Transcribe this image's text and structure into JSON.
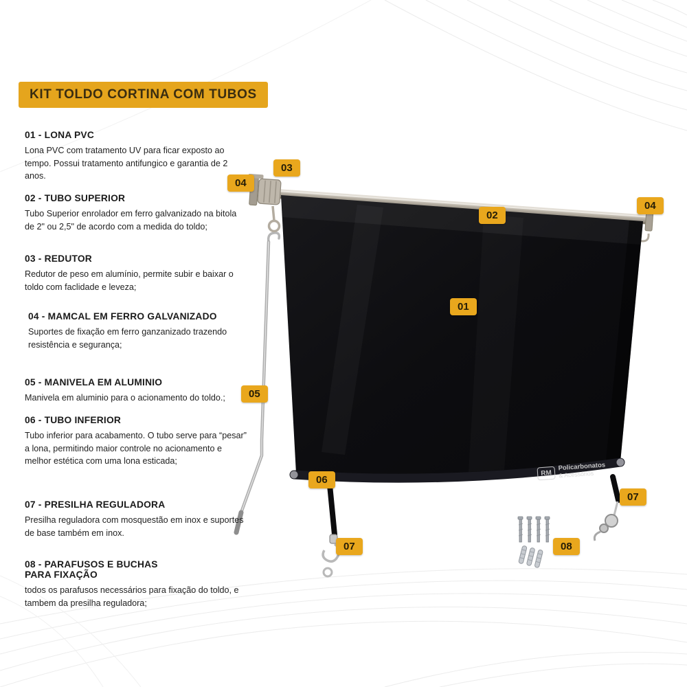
{
  "title": "KIT TOLDO CORTINA COM TUBOS",
  "parts": [
    {
      "heading": "01 - LONA PVC",
      "body": "Lona PVC com tratamento UV para ficar exposto ao tempo. Possui tratamento antifungico e garantia de 2 anos."
    },
    {
      "heading": "02 - TUBO SUPERIOR",
      "body": "Tubo Superior enrolador em ferro galvanizado na bitola de 2\" ou 2,5\" de acordo com a medida do toldo;"
    },
    {
      "heading": "03 - REDUTOR",
      "body": "Redutor de peso em alumínio, permite subir e baixar o toldo com faclidade e leveza;"
    },
    {
      "heading": "04 - MAMCAL  EM FERRO GALVANIZADO",
      "body": "Suportes de fixação em ferro ganzanizado trazendo resistência e segurança;"
    },
    {
      "heading": "05 - MANIVELA EM ALUMINIO",
      "body": "Manivela em aluminio para o acionamento do toldo.;"
    },
    {
      "heading": "06 - TUBO INFERIOR",
      "body": "Tubo inferior para acabamento. O tubo serve para “pesar” a lona, permitindo maior controle no acionamento e melhor estética com uma lona esticada;"
    },
    {
      "heading": "07 - PRESILHA REGULADORA",
      "body": "Presilha reguladora com mosquestão em inox e suportes de base também em inox."
    },
    {
      "heading": "08 - PARAFUSOS E BUCHAS PARA FIXAÇÃO",
      "body": "todos os parafusos necessários para fixação do toldo, e tambem da presilha reguladora;"
    }
  ],
  "callouts": [
    "03",
    "04",
    "02",
    "04",
    "01",
    "05",
    "06",
    "07",
    "08",
    "07"
  ],
  "watermark": {
    "initials": "RM",
    "line1": "Policarbonatos",
    "line2": "& Acessórios"
  },
  "colors": {
    "accent": "#E8A71E",
    "title_text": "#3A2D10",
    "callout_text": "#241C07",
    "body_text": "#222222",
    "canvas_black": "#0D0D10",
    "tube_gray": "#B5AEA2"
  }
}
